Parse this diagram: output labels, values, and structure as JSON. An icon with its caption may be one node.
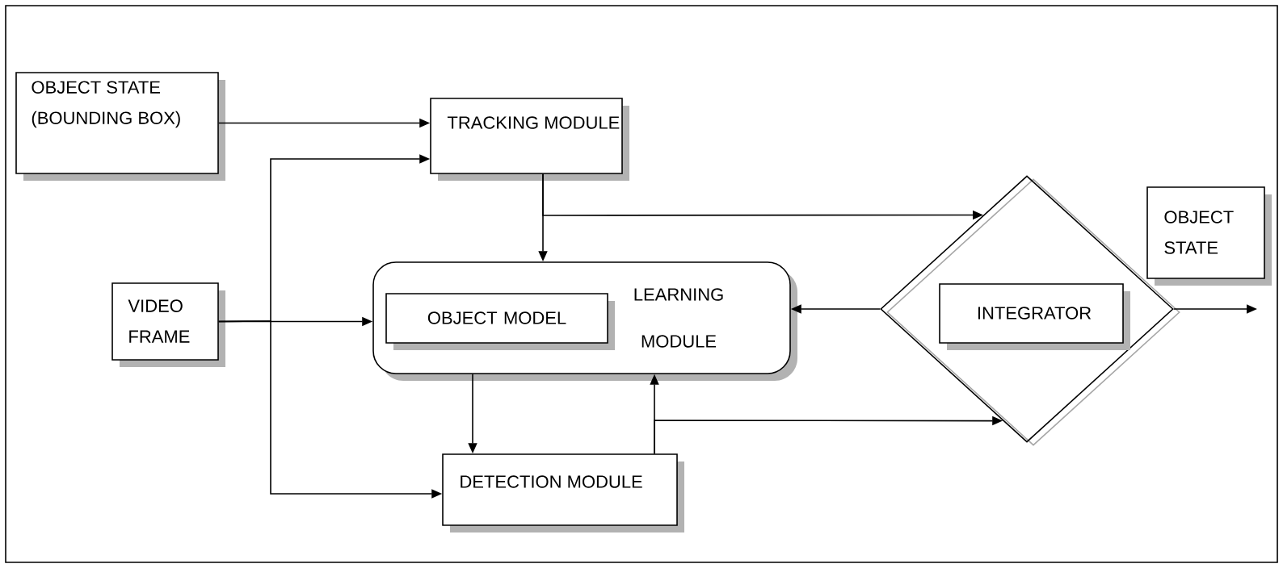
{
  "diagram": {
    "nodes": [
      {
        "text": [
          "OBJECT STATE (BOUNDING BOX)"
        ]
      },
      {
        "text": [
          "TRACKING MODULE"
        ]
      },
      {
        "text": [
          "VIDEO FRAME"
        ]
      },
      {
        "text": [
          "LEARNING MODULE"
        ]
      },
      {
        "text": [
          "OBJECT MODEL"
        ],
        "in": 3
      },
      {
        "text": [
          "DETECTION MODULE"
        ]
      },
      {
        "text": [],
        "shape": "diamond"
      },
      {
        "text": [
          "INTEGRATOR"
        ],
        "in": 6
      },
      {
        "text": [
          "OBJECT STATE"
        ]
      }
    ],
    "edges": [
      {
        "from": 0,
        "to": 1,
        "arrow": "to"
      },
      {
        "from": 2,
        "to": 1,
        "arrow": "to"
      },
      {
        "from": 2,
        "to": 3,
        "arrow": "to"
      },
      {
        "from": 2,
        "to": 5,
        "arrow": "to"
      },
      {
        "from": 1,
        "to": 3,
        "arrow": "to"
      },
      {
        "from": 1,
        "to": 6,
        "arrow": "to"
      },
      {
        "from": 3,
        "to": 5,
        "arrow": "to"
      },
      {
        "from": 5,
        "to": 3,
        "arrow": "to"
      },
      {
        "from": 5,
        "to": 6,
        "arrow": "to"
      },
      {
        "from": 6,
        "to": 3,
        "arrow": "to"
      },
      {
        "from": 6,
        "to": null,
        "arrow": "to"
      }
    ]
  }
}
